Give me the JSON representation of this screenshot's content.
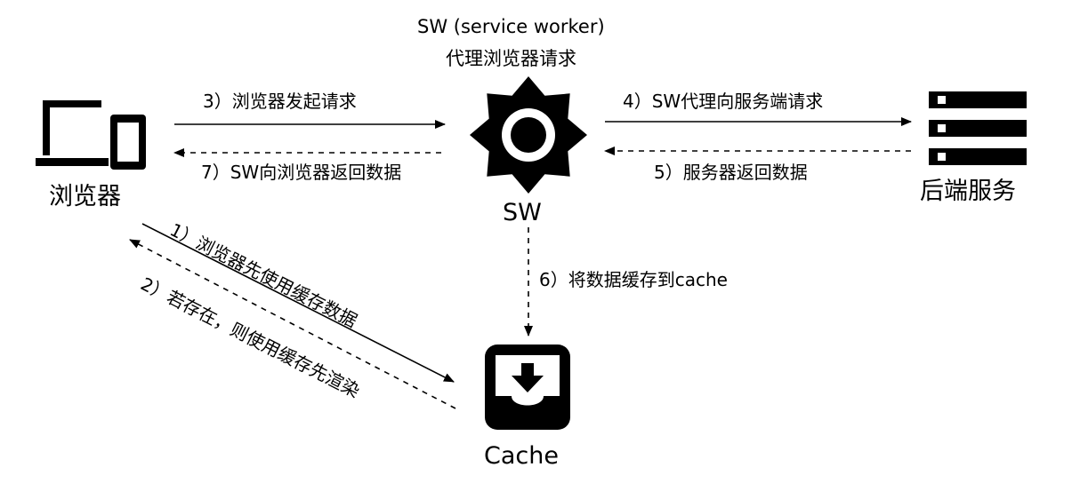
{
  "diagram": {
    "sw_caption_line1": "SW (service worker)",
    "sw_caption_line2": "代理浏览器请求",
    "nodes": {
      "browser": {
        "label": "浏览器",
        "icon": "laptop-phone-icon"
      },
      "sw": {
        "label": "SW",
        "icon": "service-worker-gear-icon"
      },
      "backend": {
        "label": "后端服务",
        "icon": "server-stack-icon"
      },
      "cache": {
        "label": "Cache",
        "icon": "download-tray-icon"
      }
    },
    "edges": [
      {
        "id": "e3",
        "label": "3）浏览器发起请求",
        "from": "browser",
        "to": "sw",
        "style": "solid"
      },
      {
        "id": "e7",
        "label": "7）SW向浏览器返回数据",
        "from": "sw",
        "to": "browser",
        "style": "dashed"
      },
      {
        "id": "e4",
        "label": "4）SW代理向服务端请求",
        "from": "sw",
        "to": "backend",
        "style": "solid"
      },
      {
        "id": "e5",
        "label": "5）服务器返回数据",
        "from": "backend",
        "to": "sw",
        "style": "dashed"
      },
      {
        "id": "e6",
        "label": "6）将数据缓存到cache",
        "from": "sw",
        "to": "cache",
        "style": "dashed"
      },
      {
        "id": "e1",
        "label": "1）浏览器先使用缓存数据",
        "from": "browser",
        "to": "cache",
        "style": "solid"
      },
      {
        "id": "e2",
        "label": "2）若存在，则使用缓存先渲染",
        "from": "cache",
        "to": "browser",
        "style": "dashed"
      }
    ],
    "colors": {
      "stroke": "#000000",
      "background": "#ffffff"
    }
  }
}
